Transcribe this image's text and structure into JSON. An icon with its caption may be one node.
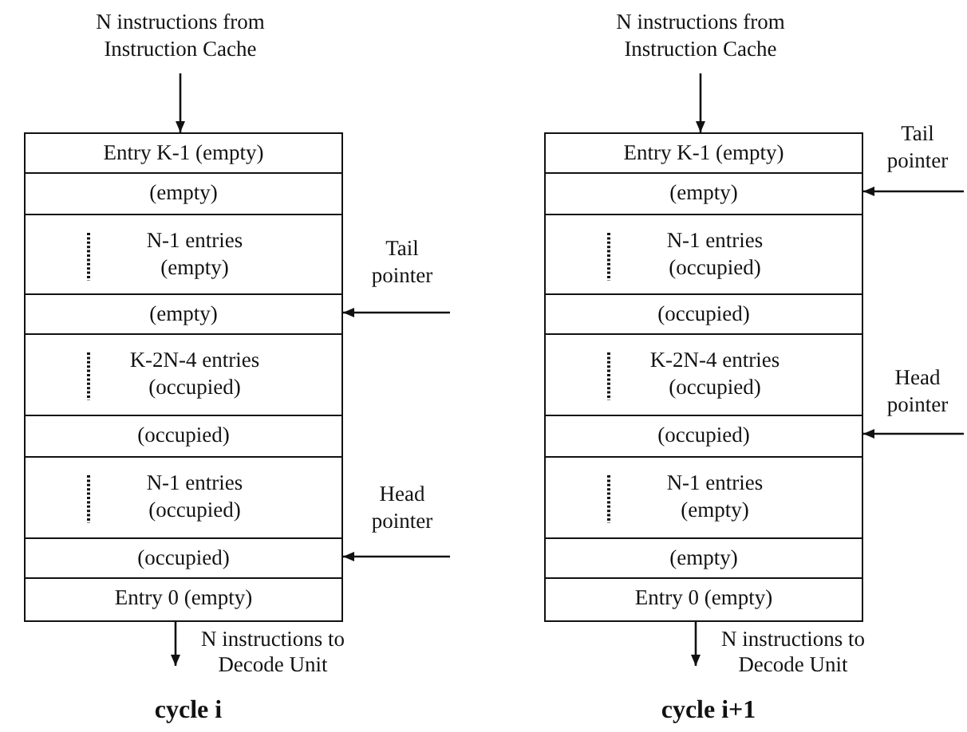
{
  "diagram": {
    "nodes": [
      {
        "text": [
          "N instructions from Instruction Cache"
        ]
      },
      {
        "text": [
          "Entry K-1 (empty)"
        ]
      },
      {
        "text": [
          "(empty)"
        ]
      },
      {
        "text": [
          "N-1 entries (empty)"
        ]
      },
      {
        "text": [
          "(empty)"
        ]
      },
      {
        "text": [
          "K-2N-4 entries (occupied)"
        ]
      },
      {
        "text": [
          "(occupied)"
        ]
      },
      {
        "text": [
          "N-1 entries (occupied)"
        ]
      },
      {
        "text": [
          "(occupied)"
        ]
      },
      {
        "text": [
          "Entry 0 (empty)"
        ]
      },
      {
        "text": [
          "Tail pointer"
        ]
      },
      {
        "text": [
          "Head pointer"
        ]
      },
      {
        "text": [
          "N instructions from Instruction Cache"
        ]
      },
      {
        "text": [
          "Entry K-1 (empty)"
        ]
      },
      {
        "text": [
          "(empty)"
        ]
      },
      {
        "text": [
          "N-1 entries (occupied)"
        ]
      },
      {
        "text": [
          "(occupied)"
        ]
      },
      {
        "text": [
          "K-2N-4 entries (occupied)"
        ]
      },
      {
        "text": [
          "(occupied)"
        ]
      },
      {
        "text": [
          "N-1 entries (empty)"
        ]
      },
      {
        "text": [
          "(empty)"
        ]
      },
      {
        "text": [
          "Entry 0 (empty)"
        ]
      },
      {
        "text": [
          "Tail pointer"
        ]
      },
      {
        "text": [
          "Head pointer"
        ]
      }
    ],
    "edges": [
      {
        "from": 0,
        "to": 1,
        "arrow": "to"
      },
      {
        "from": 9,
        "to": null,
        "arrow": "to",
        "label": "N instructions to Decode Unit"
      },
      {
        "from": 10,
        "to": 4,
        "arrow": "to"
      },
      {
        "from": 11,
        "to": 8,
        "arrow": "to"
      },
      {
        "from": 12,
        "to": 13,
        "arrow": "to"
      },
      {
        "from": 21,
        "to": null,
        "arrow": "to",
        "label": "N instructions to Decode Unit"
      },
      {
        "from": 22,
        "to": 14,
        "arrow": "to"
      },
      {
        "from": 23,
        "to": 18,
        "arrow": "to"
      }
    ],
    "labels": [
      "cycle i",
      "cycle i+1"
    ]
  }
}
